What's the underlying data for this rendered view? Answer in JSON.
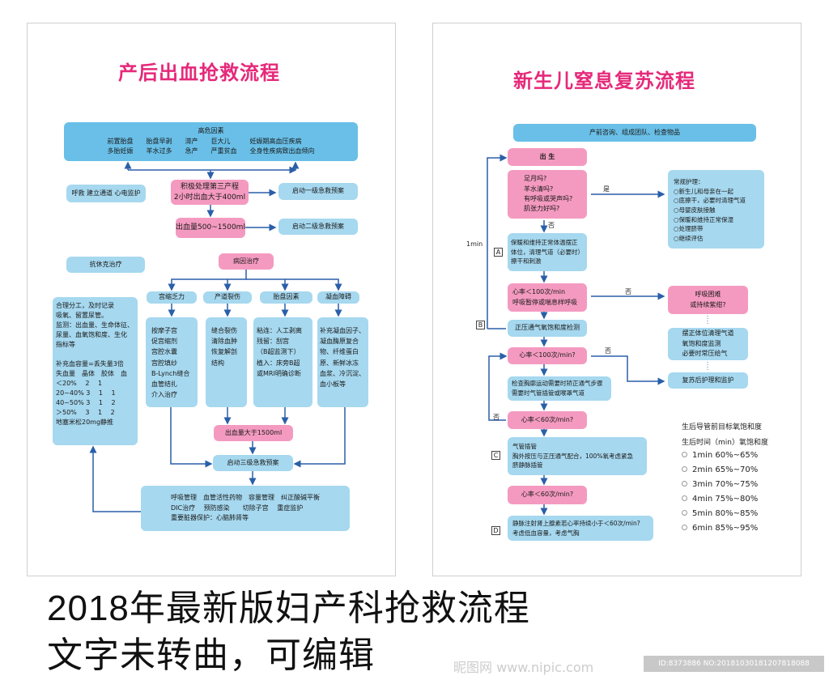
{
  "left": {
    "title": "产后出血抢救流程",
    "risk_title": "高危因素",
    "risk_items": "前置胎盘　　胎盘早剥　　滞产　　巨大儿　　　妊娠期高血压疾病\n多胎妊娠　　羊水过多　　急产　　严重贫血　　全身性疾病致出血倾向",
    "call": "呼救  建立通道  心电监护",
    "stage3": "积极处理第三产程\n2小时出血大于400ml",
    "level1": "启动一级急救预案",
    "blood500": "出血量500~1500ml",
    "level2": "启动二级急救预案",
    "antishock": "抗休克治疗",
    "cause": "病因治疗",
    "causes": [
      "宫缩乏力",
      "产道裂伤",
      "胎盘因素",
      "凝血障碍"
    ],
    "treatments": [
      "按摩子宫\n促宫缩剂\n宫腔水囊\n宫腔填纱\nB-Lynch缝合\n血管结扎\n介入治疗",
      "缝合裂伤\n清除血肿\n恢复解剖\n结构",
      "粘连：人工剥离\n残留：刮宫\n（B超监测下）\n植入：床旁B超\n或MRI明确诊断",
      "补充凝血因子、\n凝血酶原复合\n物、纤维蛋白\n原、新鲜冰冻\n血浆、冷沉淀、\n血小板等"
    ],
    "management": "合理分工，及时记录\n吸氧、留置尿管。\n监测：出血量、生命体征、\n尿量、血氧饱和度、生化\n指标等\n\n补充血容量=丢失量3倍\n失血量　晶体　胶体　血\n＜20%　  2　  1\n20~40%  3　  1　  1\n40~50%  3　  1　  2\n＞50%　  3　  1　  2\n地塞米松20mg静推",
    "blood1500": "出血量大于1500ml",
    "level3": "启动三级急救预案",
    "final": "呼吸管理　血管活性药物　容量管理　纠正酸碱平衡\nDIC治疗　 预防感染　　切除子宫　 重症监护\n重要脏器保护：心脑肺肾等"
  },
  "right": {
    "title": "新生儿窒息复苏流程",
    "prep": "产前咨询、组成团队、检查物品",
    "birth": "出 生",
    "questions": "足月吗?\n羊水清吗?\n有呼吸或哭声吗?\n肌张力好吗?",
    "yes": "是",
    "no": "否",
    "routine": "常规护理：\n○新生儿和母亲在一起\n○底擦干，必要时清理气道\n○母婴皮肤接触\n○保暖和维持正常保湿\n○处理脐带\n○继续评估",
    "stepA": "保暖和维持正常体温摆正\n体位，清理气道（必要时）\n擦干和刺激",
    "hr100a": "心率＜100次/min\n呼吸暂停或喘息样呼吸",
    "distress": "呼吸困难\n或持续紫绀?",
    "position": "摆正体位清理气道\n氧饱和度监测\n必要时常压给气",
    "post": "复苏后护理和监护",
    "ppv": "正压通气氧饱和度检测",
    "hr100b": "心率＜100次/min?",
    "check": "检查胸廓运动需要时矫正通气步骤\n需要时气管插管或喉罩气道",
    "hr60a": "心率＜60次/min?",
    "stepC": "气管插管\n胸外按压与正压通气配合，100%氧考虑紧急\n脐静脉插管",
    "hr60b": "心率＜60次/min?",
    "stepD": "静脉注射肾上腺素若心率持续小于＜60次/min?\n考虑低血容量，考虑气胸",
    "labels": {
      "A": "A",
      "B": "B",
      "C": "C",
      "D": "D",
      "min": "1min"
    },
    "oxygen": {
      "title": "生后导管前目标氧饱和度",
      "header": "生后时间（min）氧饱和度",
      "rows": [
        "1min  60%~65%",
        "2min  65%~70%",
        "3min  70%~75%",
        "4min  75%~80%",
        "5min  80%~85%",
        "6min  85%~95%"
      ]
    }
  },
  "footer": {
    "line1": "2018年最新版妇产科抢救流程",
    "line2": "文字未转曲，可编辑",
    "watermark": "昵图网 www.nipic.com",
    "id": "ID:8373886 NO:20181030181207818088"
  },
  "colors": {
    "title": "#e5297a",
    "blue": "#a6d8ef",
    "header_blue": "#69bfe7",
    "pink": "#f49ac0",
    "arrow": "#2a5fa8"
  }
}
